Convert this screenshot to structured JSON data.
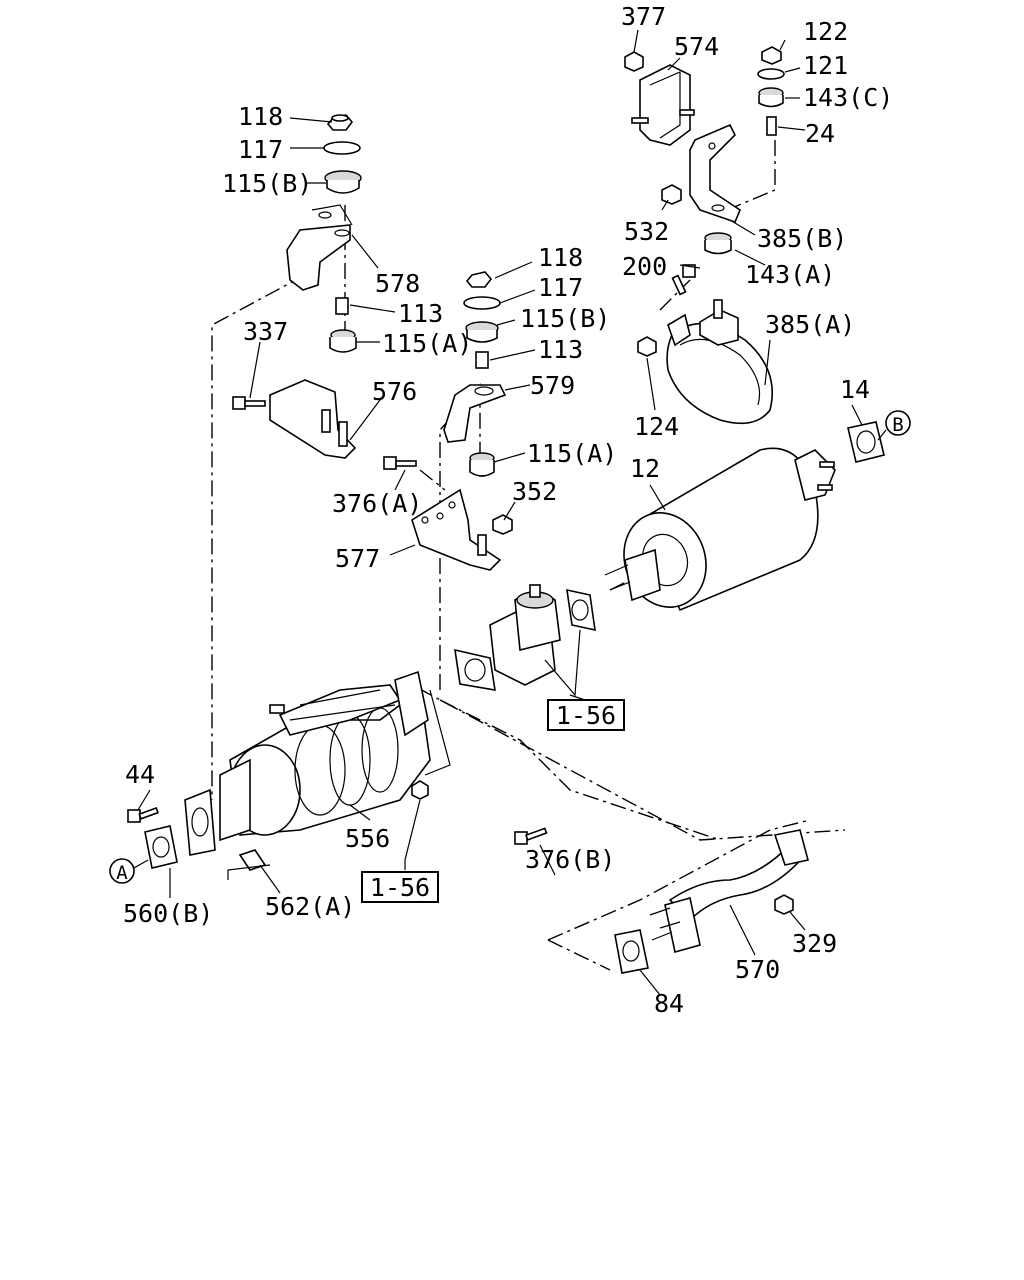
{
  "diagram": {
    "part_labels": {
      "p377": "377",
      "p574": "574",
      "p122": "122",
      "p121": "121",
      "p143c": "143(C)",
      "p24": "24",
      "p118a": "118",
      "p117a": "117",
      "p115b_a": "115(B)",
      "p578": "578",
      "p113a": "113",
      "p115a_a": "115(A)",
      "p337": "337",
      "p576": "576",
      "p118b": "118",
      "p117b": "117",
      "p115b_b": "115(B)",
      "p113b": "113",
      "p579": "579",
      "p115a_b": "115(A)",
      "p532": "532",
      "p385b": "385(B)",
      "p200": "200",
      "p143a": "143(A)",
      "p385a": "385(A)",
      "p124": "124",
      "p14": "14",
      "p12": "12",
      "p376a": "376(A)",
      "p352": "352",
      "p577": "577",
      "p44": "44",
      "p556": "556",
      "p376b": "376(B)",
      "p560b": "560(B)",
      "p562a": "562(A)",
      "p329": "329",
      "p570": "570",
      "p84": "84"
    },
    "ref_boxes": {
      "ref1": "1-56",
      "ref2": "1-56"
    },
    "circle_markers": {
      "a": "A",
      "b": "B"
    }
  }
}
